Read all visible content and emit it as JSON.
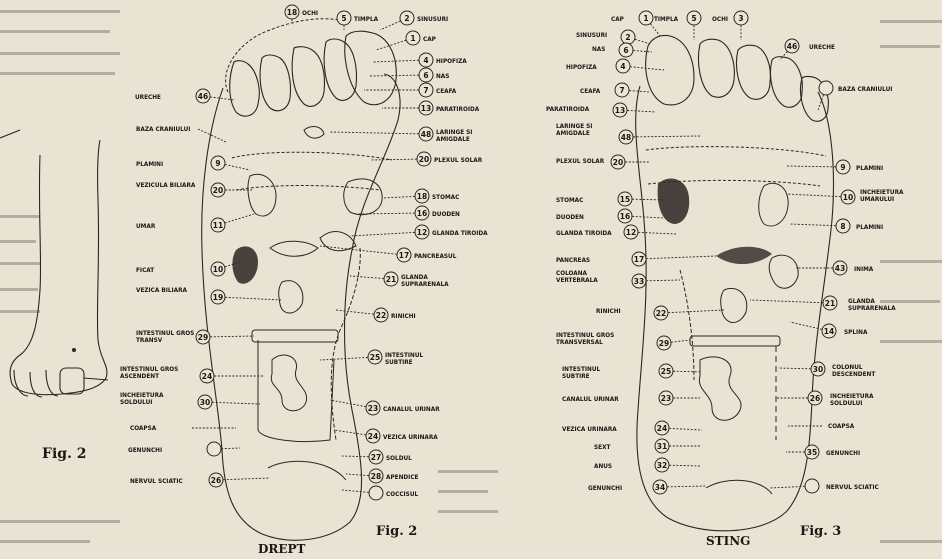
{
  "right_foot": {
    "caption": "DREPT",
    "fig": "Fig. 2",
    "labels": [
      {
        "n": "18",
        "t": "OCHI"
      },
      {
        "n": "5",
        "t": "TIMPLA"
      },
      {
        "n": "2",
        "t": "SINUSURI"
      },
      {
        "n": "1",
        "t": "CAP"
      },
      {
        "n": "4",
        "t": "HIPOFIZA"
      },
      {
        "n": "6",
        "t": "NAS"
      },
      {
        "n": "7",
        "t": "CEAFA"
      },
      {
        "n": "13",
        "t": "PARATIROIDA"
      },
      {
        "n": "48",
        "t": "LARINGE SI AMIGDALE"
      },
      {
        "n": "20",
        "t": "PLEXUL SOLAR"
      },
      {
        "n": "18",
        "t": "STOMAC"
      },
      {
        "n": "16",
        "t": "DUODEN"
      },
      {
        "n": "12",
        "t": "GLANDA TIROIDA"
      },
      {
        "n": "17",
        "t": "PANCREASUL"
      },
      {
        "n": "21",
        "t": "GLANDA SUPRARENALA"
      },
      {
        "n": "22",
        "t": "RINICHI"
      },
      {
        "n": "25",
        "t": "INTESTINUL SUBTIRE"
      },
      {
        "n": "23",
        "t": "CANALUL URINAR"
      },
      {
        "n": "24",
        "t": "VEZICA URINARA"
      },
      {
        "n": "27",
        "t": "SOLDUL"
      },
      {
        "n": "28",
        "t": "APENDICE"
      },
      {
        "n": "",
        "t": "COCCISUL"
      },
      {
        "n": "46",
        "t": "URECHE"
      },
      {
        "n": "",
        "t": "BAZA CRANIULUI"
      },
      {
        "n": "9",
        "t": "PLAMINI"
      },
      {
        "n": "20",
        "t": "VEZICULA BILIARA"
      },
      {
        "n": "11",
        "t": "UMAR"
      },
      {
        "n": "10",
        "t": "FICAT"
      },
      {
        "n": "19",
        "t": "VEZICA BILIARA"
      },
      {
        "n": "29",
        "t": "INTESTINUL GROS TRANSV"
      },
      {
        "n": "24",
        "t": "INTESTINUL GROS ASCENDENT"
      },
      {
        "n": "30",
        "t": "INCHEIETURA SOLDULUI"
      },
      {
        "n": "",
        "t": "GENUNCHI"
      },
      {
        "n": "",
        "t": "COAPSA"
      },
      {
        "n": "26",
        "t": "NERVUL SCIATIC"
      }
    ]
  },
  "left_foot": {
    "caption": "STING",
    "fig": "Fig. 3",
    "labels": [
      {
        "n": "1",
        "t": "CAP"
      },
      {
        "n": "2",
        "t": "SINUSURI"
      },
      {
        "n": "6",
        "t": "NAS"
      },
      {
        "n": "4",
        "t": "HIPOFIZA"
      },
      {
        "n": "7",
        "t": "CEAFA"
      },
      {
        "n": "13",
        "t": "PARATIROIDA"
      },
      {
        "n": "48",
        "t": "LARINGE SI AMIGDALE"
      },
      {
        "n": "20",
        "t": "PLEXUL SOLAR"
      },
      {
        "n": "15",
        "t": "STOMAC"
      },
      {
        "n": "16",
        "t": "DUODEN"
      },
      {
        "n": "12",
        "t": "GLANDA TIROIDA"
      },
      {
        "n": "17",
        "t": "PANCREAS"
      },
      {
        "n": "33",
        "t": "COLOANA VERTEBRALA"
      },
      {
        "n": "22",
        "t": "RINICHI"
      },
      {
        "n": "29",
        "t": "INTESTINUL GROS TRANSVERSAL"
      },
      {
        "n": "25",
        "t": "INTESTINUL SUBTIRE"
      },
      {
        "n": "23",
        "t": "CANALUL URINAR"
      },
      {
        "n": "24",
        "t": "VEZICA URINARA"
      },
      {
        "n": "31",
        "t": "SEXT"
      },
      {
        "n": "32",
        "t": "ANUS"
      },
      {
        "n": "34",
        "t": "GENUNCHI"
      },
      {
        "n": "5",
        "t": "TIMPLA"
      },
      {
        "n": "3",
        "t": "OCHI"
      },
      {
        "n": "46",
        "t": "URECHE"
      },
      {
        "n": "",
        "t": "BAZA CRANIULUI"
      },
      {
        "n": "9",
        "t": "PLAMINI"
      },
      {
        "n": "10",
        "t": "INCHEIETURA UMARULUI"
      },
      {
        "n": "8",
        "t": "PLAMINI"
      },
      {
        "n": "43",
        "t": "INIMA"
      },
      {
        "n": "21",
        "t": "GLANDA SUPRARENALA"
      },
      {
        "n": "14",
        "t": "SPLINA"
      },
      {
        "n": "30",
        "t": "COLONUL DESCENDENT"
      },
      {
        "n": "26",
        "t": "INCHEIETURA SOLDULUI"
      },
      {
        "n": "",
        "t": "COAPSA"
      },
      {
        "n": "35",
        "t": "GENUNCHI"
      },
      {
        "n": "",
        "t": "NERVUL SCIATIC"
      }
    ]
  },
  "side_figure": {
    "fig": "Fig. 2"
  }
}
